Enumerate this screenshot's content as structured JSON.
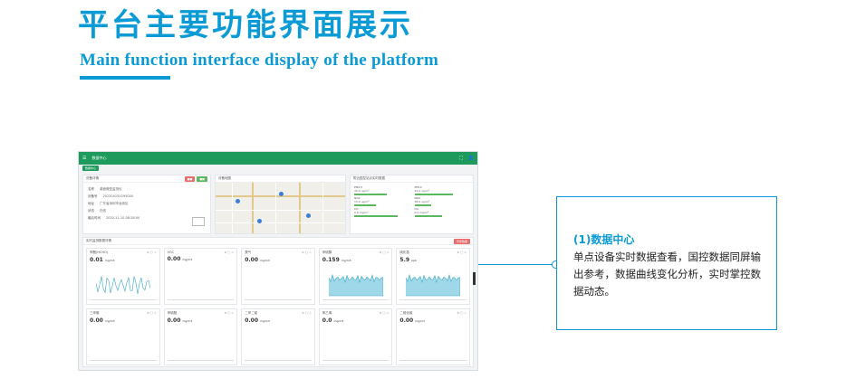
{
  "header": {
    "title_cn": "平台主要功能界面展示",
    "title_en": "Main function interface display of the platform"
  },
  "callout": {
    "heading": "(1)数据中心",
    "description": "单点设备实时数据查看，国控数据同屏输出参考，数据曲线变化分析，实时掌控数据动态。"
  },
  "dashboard": {
    "app_title": "数据中心",
    "tab_label": "数据中心",
    "device_panel": {
      "title": "设备详情",
      "rows": [
        {
          "label": "名称",
          "value": "桌面微型监测仪"
        },
        {
          "label": "设备号",
          "value": "20220415V295000"
        },
        {
          "label": "地址",
          "value": "广东省深圳市龙岗区"
        },
        {
          "label": "状态",
          "value": "在线"
        },
        {
          "label": "最后时间",
          "value": "2020-11-10 08:28:00"
        }
      ]
    },
    "map_panel": {
      "title": "设备地图"
    },
    "aqi_panel": {
      "title": "附近国控站点实时数据",
      "items": [
        {
          "label": "PM2.5",
          "value": "30.0 ug/m³"
        },
        {
          "label": "PM10",
          "value": "44.0 ug/m³"
        },
        {
          "label": "NO2",
          "value": "13.0 ug/m³"
        },
        {
          "label": "NO2",
          "value": "38.0 ug/m³"
        },
        {
          "label": "CO",
          "value": "0.6 mg/m³"
        },
        {
          "label": "O3",
          "value": "0.0 mg/m³"
        }
      ]
    },
    "realtime_panel": {
      "title": "实时监测数据详情",
      "button": "历史数据",
      "cards": [
        {
          "name": "甲醛(HCHO)",
          "value": "0.01",
          "unit": "mg/m3"
        },
        {
          "name": "VOC",
          "value": "0.00",
          "unit": "mg/m3"
        },
        {
          "name": "臭气",
          "value": "0.00",
          "unit": "mg/m3"
        },
        {
          "name": "甲硫醇",
          "value": "0.159",
          "unit": "mg/m3"
        },
        {
          "name": "硫化氢",
          "value": "5.9",
          "unit": "ppb"
        },
        {
          "name": "三甲胺",
          "value": "0.00",
          "unit": "mg/m3"
        },
        {
          "name": "甲硫醚",
          "value": "0.00",
          "unit": "mg/m3"
        },
        {
          "name": "二甲二硫",
          "value": "0.00",
          "unit": "mg/m3"
        },
        {
          "name": "苯乙烯",
          "value": "0.0",
          "unit": "mg/m3"
        },
        {
          "name": "二硫化碳",
          "value": "0.00",
          "unit": "mg/m3"
        }
      ]
    }
  },
  "colors": {
    "accent": "#0a9bd6",
    "dashboard_green": "#1e9b5c"
  }
}
